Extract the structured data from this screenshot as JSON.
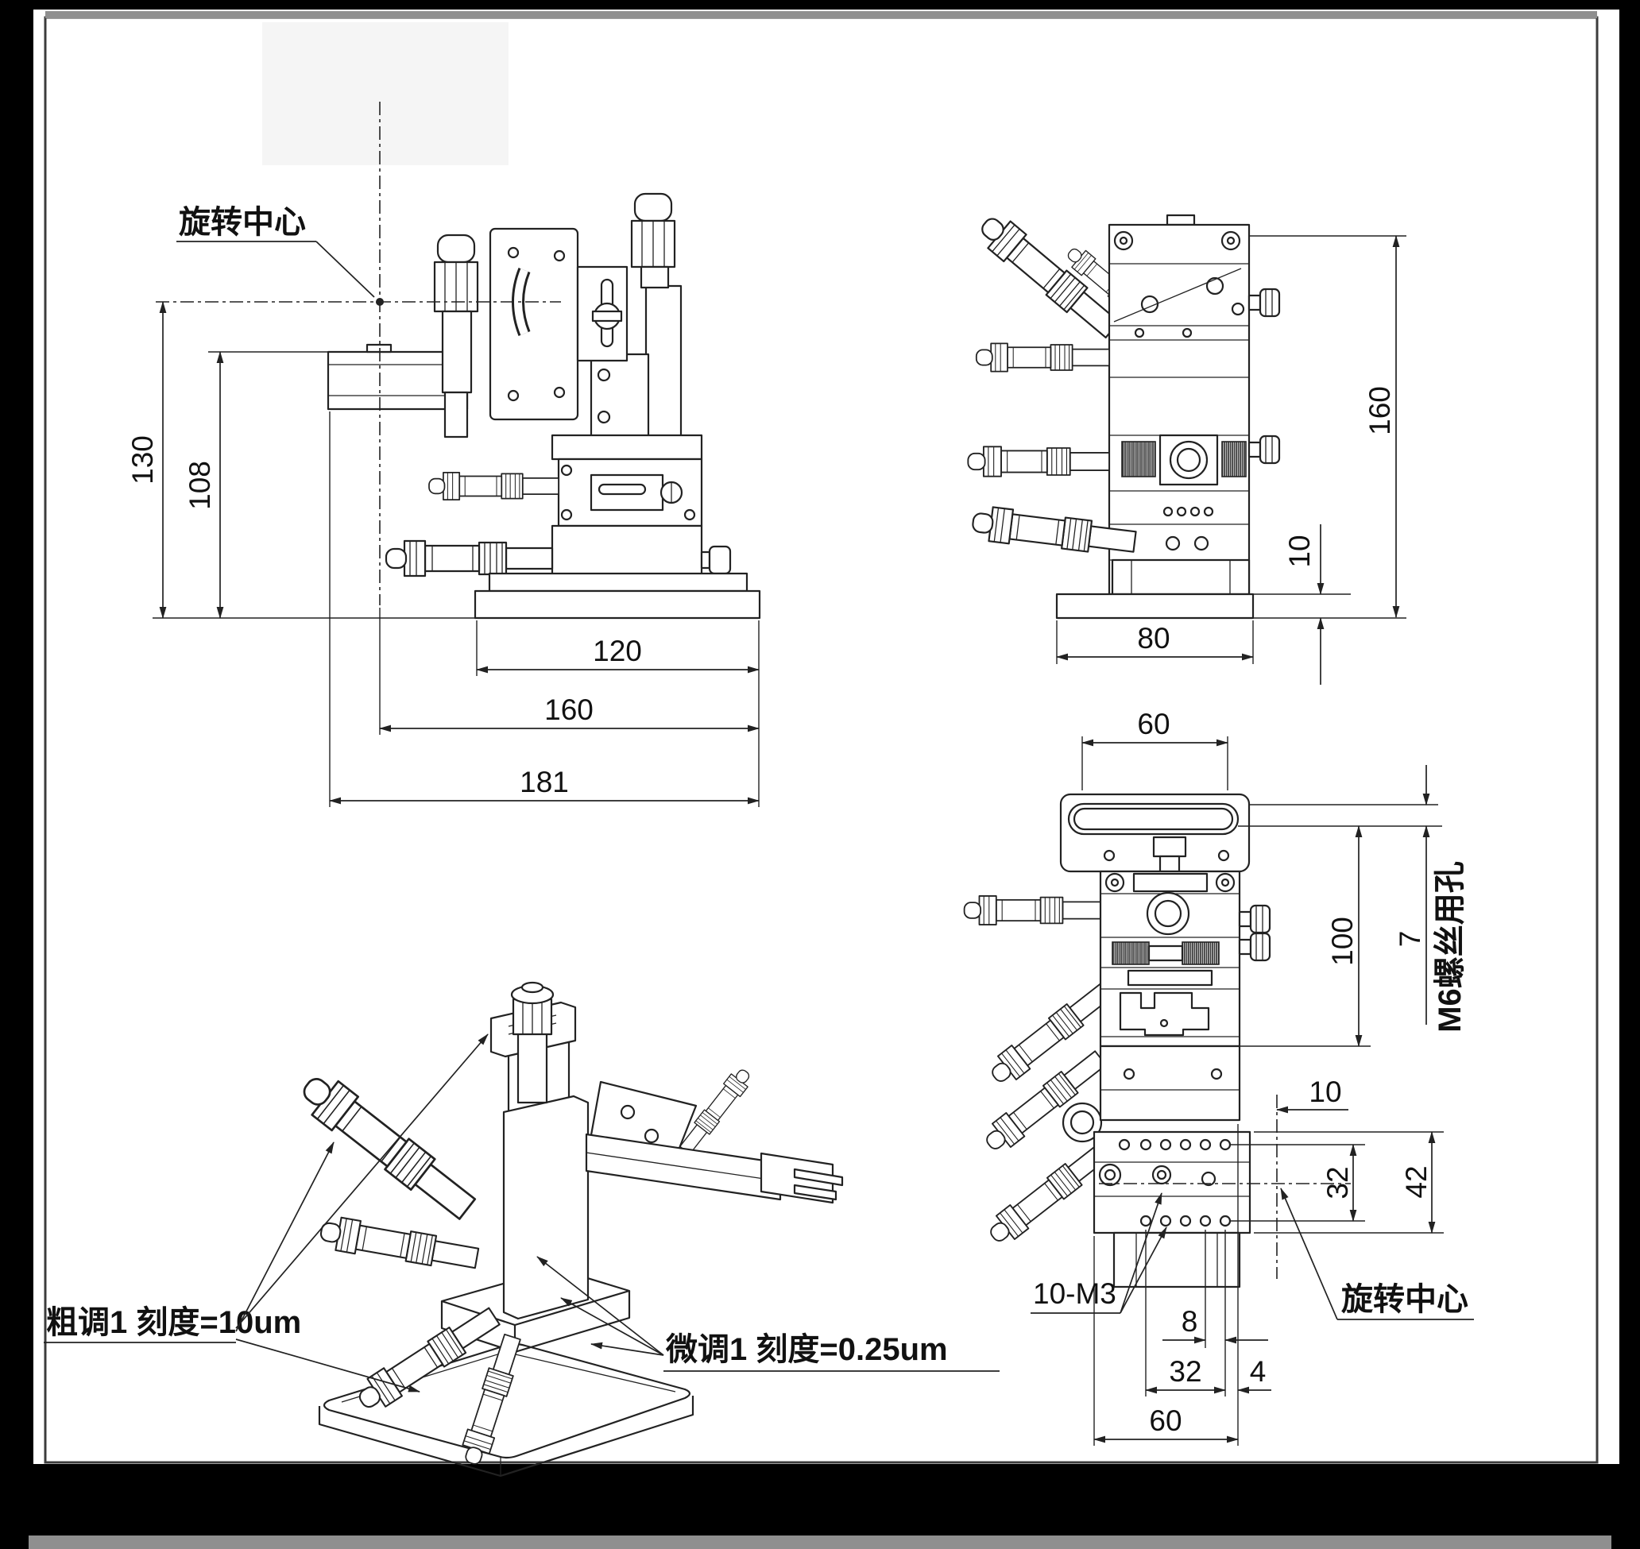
{
  "frame": {
    "background_color": "#000000",
    "paper_color": "#ffffff",
    "top_bar_color": "#8f8f8f",
    "bottom_bar_color": "#8f8f8f",
    "line_color": "#222222"
  },
  "front_view": {
    "rotation_center_label": "旋转中心",
    "dim_130": "130",
    "dim_108": "108",
    "dim_120": "120",
    "dim_160": "160",
    "dim_181": "181"
  },
  "side_view": {
    "dim_160": "160",
    "dim_10": "10",
    "dim_80": "80"
  },
  "rear_view": {
    "dim_60_top": "60",
    "dim_100": "100",
    "dim_7": "7",
    "label_m6": "M6螺丝用孔",
    "dim_10": "10",
    "dim_32": "32",
    "dim_42": "42",
    "dim_8": "8",
    "dim_32_bottom": "32",
    "dim_4": "4",
    "dim_60_bottom": "60",
    "label_10_m3": "10-M3",
    "rotation_center_label": "旋转中心"
  },
  "iso_view": {
    "label_coarse": "粗调1 刻度=10um",
    "label_fine": "微调1 刻度=0.25um"
  }
}
